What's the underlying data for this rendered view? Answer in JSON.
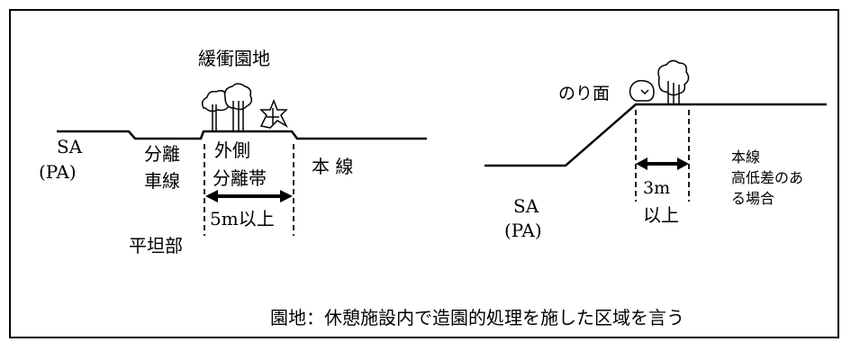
{
  "left_diagram": {
    "title": "緩衝園地",
    "sa_line1": "SA",
    "sa_line2": "(PA)",
    "sep_lane_line1": "分離",
    "sep_lane_line2": "車線",
    "outer_sep_line1": "外側",
    "outer_sep_line2": "分離帯",
    "main_line": "本 線",
    "width_label": "5m以上",
    "flat_label": "平坦部"
  },
  "right_diagram": {
    "slope_label": "のり面",
    "sa_line1": "SA",
    "sa_line2": "(PA)",
    "width_label_line1": "3m",
    "width_label_line2": "以上",
    "main_line1": "本線",
    "main_line2": "高低差のあ",
    "main_line3": "る場合"
  },
  "definition": "園地：休憩施設内で造園的処理を施した区域を言う"
}
